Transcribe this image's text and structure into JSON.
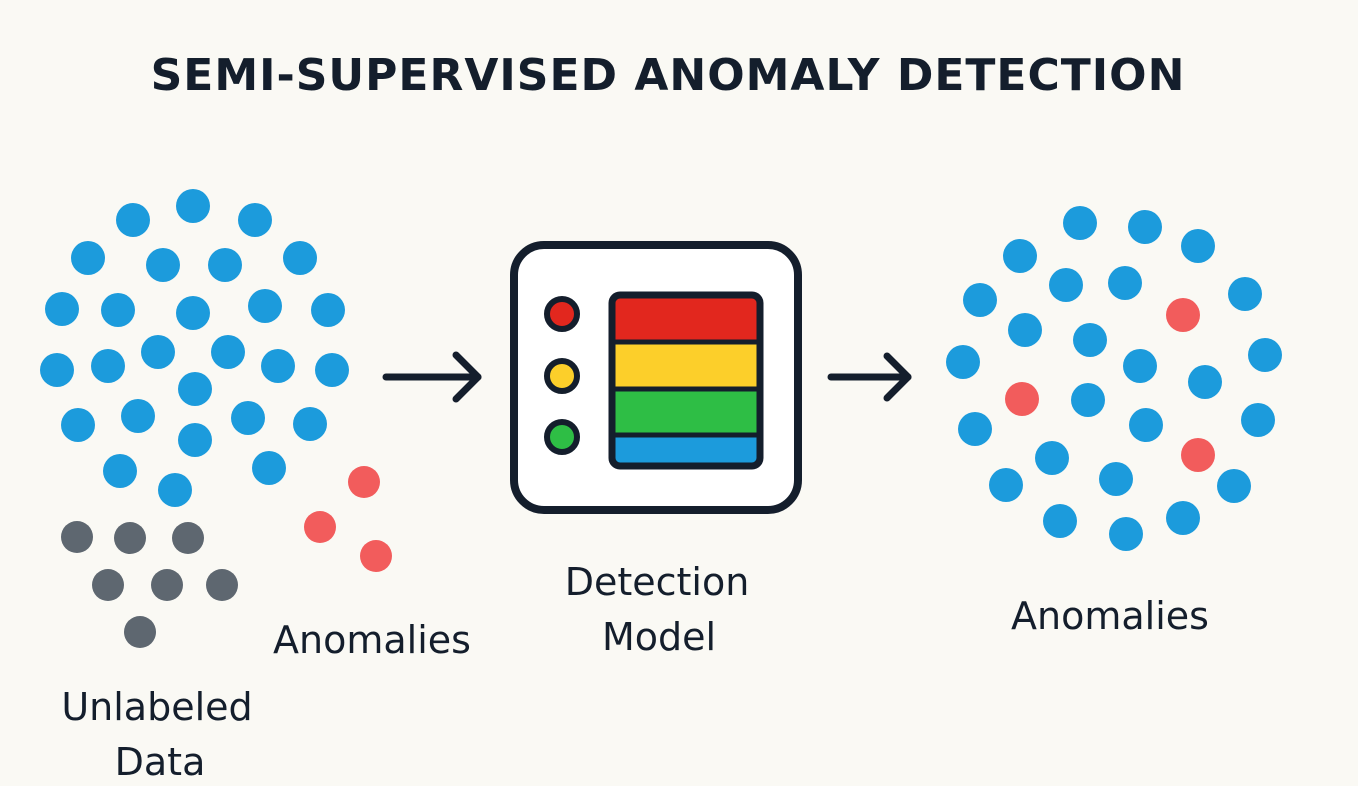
{
  "title": "SEMI-SUPERVISED ANOMALY DETECTION",
  "labels": {
    "unlabeled_line1": "Unlabeled",
    "unlabeled_line2": "Data",
    "left_anomalies": "Anomalies",
    "model_line1": "Detection",
    "model_line2": "Model",
    "right_anomalies": "Anomalies"
  },
  "colors": {
    "background": "#FAF9F4",
    "text": "#141E2C",
    "normal_point": "#1C9BDC",
    "unlabeled_point": "#5E6770",
    "anomaly_point": "#F25C5C",
    "stripe_red": "#E2271E",
    "stripe_yellow": "#FCCF2A",
    "stripe_green": "#2EBE45",
    "stripe_blue": "#1C9BDC",
    "indicator_red": "#E2271E",
    "indicator_yellow": "#FCCF2A",
    "indicator_green": "#2EBE45"
  },
  "icons": [
    "arrow-right-icon",
    "detection-model-icon",
    "arrow-right-icon"
  ]
}
